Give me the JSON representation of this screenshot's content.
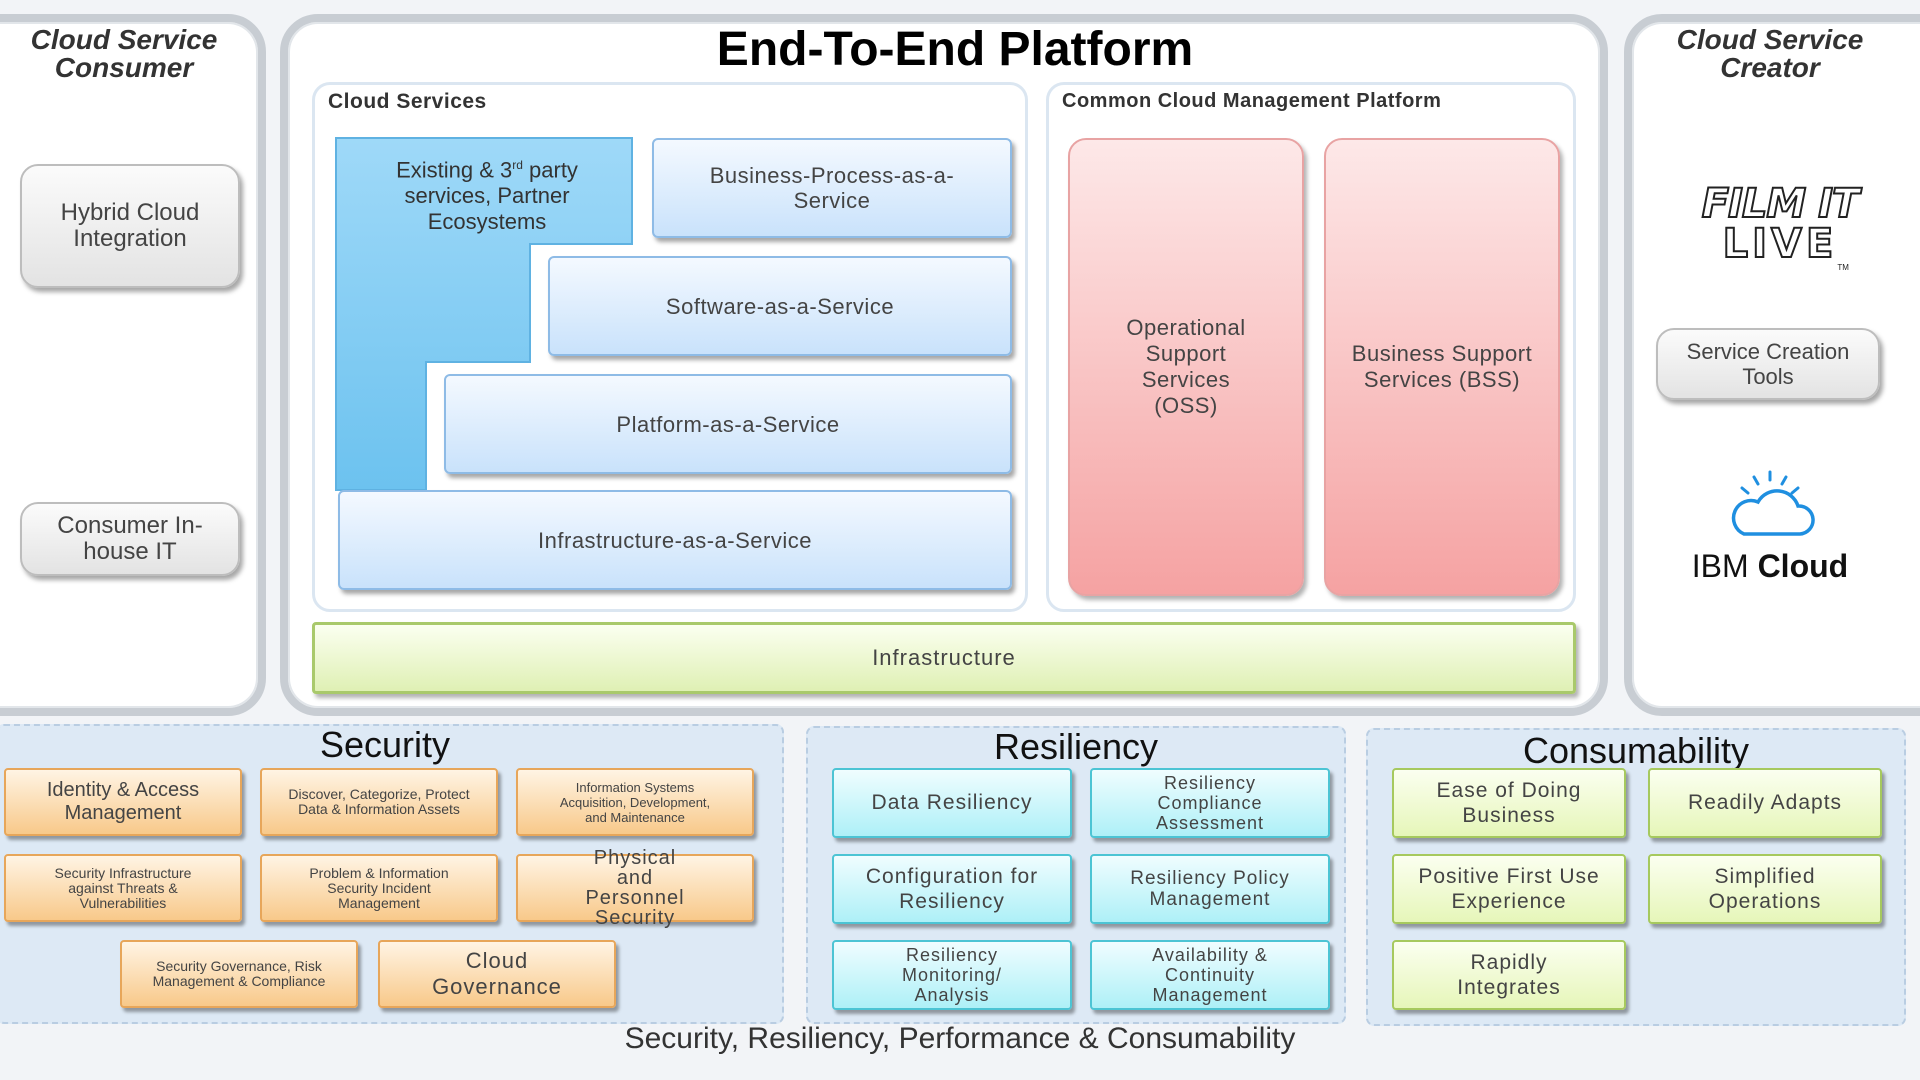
{
  "consumer": {
    "title_line1": "Cloud Service",
    "title_line2": "Consumer",
    "hybrid_label": "Hybrid Cloud Integration",
    "inhouse_label": "Consumer In-house IT"
  },
  "platform": {
    "title": "End-To-End Platform",
    "cloud_services": {
      "title": "Cloud Services",
      "existing_prefix": "Existing & 3",
      "existing_sup": "rd",
      "existing_rest": " party services, Partner Ecosystems",
      "bpaas": "Business-Process-as-a-Service",
      "saas": "Software-as-a-Service",
      "paas": "Platform-as-a-Service",
      "iaas": "Infrastructure-as-a-Service"
    },
    "management": {
      "title": "Common Cloud Management Platform",
      "oss": "Operational Support Services (OSS)",
      "bss": "Business Support Services (BSS)"
    },
    "infrastructure": "Infrastructure"
  },
  "creator": {
    "title_line1": "Cloud Service",
    "title_line2": "Creator",
    "logo_line1": "FILM IT",
    "logo_line2": "LIVE",
    "logo_tm": "TM",
    "tools_label": "Service Creation Tools",
    "ibm_brand": "IBM",
    "ibm_product": "Cloud",
    "cloud_icon": "cloud-icon"
  },
  "security": {
    "title": "Security",
    "items": [
      "Identity & Access Management",
      "Discover, Categorize, Protect Data & Information Assets",
      "Information Systems Acquisition, Development, and Maintenance",
      "Security Infrastructure against Threats & Vulnerabilities",
      "Problem & Information Security Incident Management",
      "Physical and Personnel Security",
      "Security Governance, Risk Management & Compliance",
      "Cloud Governance"
    ]
  },
  "resiliency": {
    "title": "Resiliency",
    "items": [
      "Data Resiliency",
      "Resiliency Compliance Assessment",
      "Configuration for Resiliency",
      "Resiliency Policy Management",
      "Resiliency Monitoring/ Analysis",
      "Availability & Continuity Management"
    ]
  },
  "consumability": {
    "title": "Consumability",
    "items": [
      "Ease of Doing Business",
      "Readily Adapts",
      "Positive First Use Experience",
      "Simplified Operations",
      "Rapidly Integrates"
    ]
  },
  "footer": "Security, Resiliency, Performance & Consumability",
  "colors": {
    "blue_box": "#c9e2fb",
    "existing_box": "#86cdf3",
    "pink_box": "#f5a2a2",
    "infra_green": "#dff0b4",
    "security_orange": "#f8c98a",
    "resiliency_cyan": "#aef0f7",
    "consumability_green": "#e6f6b9"
  }
}
